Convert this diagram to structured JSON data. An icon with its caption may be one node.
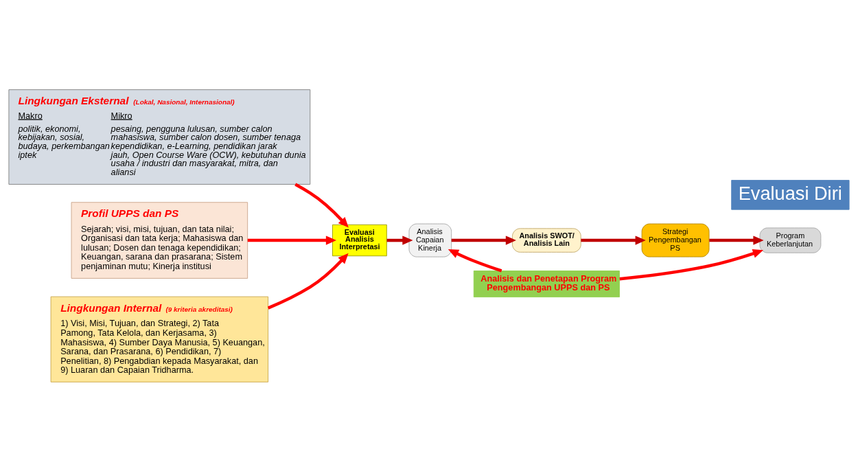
{
  "diagram": {
    "nodes": [
      {
        "text": [
          "Lingkungan Eksternal",
          "(Lokal, Nasional, Internasional)",
          "Makro",
          "politik, ekonomi, kebijakan, sosial, budaya, perkembangan iptek",
          "Mikro",
          "pesaing, pengguna lulusan, sumber calon mahasiswa, sumber calon dosen, sumber tenaga kependidikan, e-Learning, pendidikan jarak jauh, Open Course Ware (OCW), kebutuhan dunia usaha / industri dan masyarakat, mitra, dan aliansi"
        ]
      },
      {
        "text": [
          "Profil UPPS dan PS",
          "Sejarah; visi, misi, tujuan, dan tata nilai; Organisasi dan tata kerja; Mahasiswa dan lulusan; Dosen dan tenaga kependidikan; Keuangan, sarana dan prasarana; Sistem penjaminan mutu; Kinerja institusi"
        ]
      },
      {
        "text": [
          "Lingkungan Internal",
          "(9 kriteria akreditasi)",
          "1) Visi, Misi, Tujuan, dan Strategi, 2) Tata Pamong, Tata Kelola, dan Kerjasama, 3) Mahasiswa, 4) Sumber Daya Manusia, 5) Keuangan, Sarana, dan Prasarana, 6) Pendidikan, 7) Penelitian, 8) Pengabdian kepada Masyarakat, dan 9) Luaran dan Capaian Tridharma."
        ]
      },
      {
        "text": [
          "Evaluasi Analisis Interpretasi"
        ]
      },
      {
        "text": [
          "Analisis Capaian Kinerja"
        ]
      },
      {
        "text": [
          "Analisis SWOT/ Analisis Lain"
        ]
      },
      {
        "text": [
          "Strategi Pengembangan PS"
        ]
      },
      {
        "text": [
          "Program Keberlanjutan"
        ]
      },
      {
        "text": [
          "Analisis dan Penetapan Program Pengembangan UPPS dan PS"
        ]
      },
      {
        "text": [
          "Evaluasi Diri"
        ]
      }
    ],
    "edges": [
      {
        "from": 0,
        "to": 3,
        "arrow": "to"
      },
      {
        "from": 1,
        "to": 3,
        "arrow": "to"
      },
      {
        "from": 2,
        "to": 3,
        "arrow": "to"
      },
      {
        "from": 3,
        "to": 4,
        "arrow": "to",
        "color": "#c00000"
      },
      {
        "from": 4,
        "to": 5,
        "arrow": "to",
        "color": "#c00000"
      },
      {
        "from": 5,
        "to": 6,
        "arrow": "to",
        "color": "#c00000"
      },
      {
        "from": 6,
        "to": 7,
        "arrow": "to",
        "color": "#c00000"
      },
      {
        "from": 8,
        "to": 4,
        "arrow": "to"
      },
      {
        "from": 8,
        "to": 7,
        "arrow": "to"
      }
    ]
  }
}
